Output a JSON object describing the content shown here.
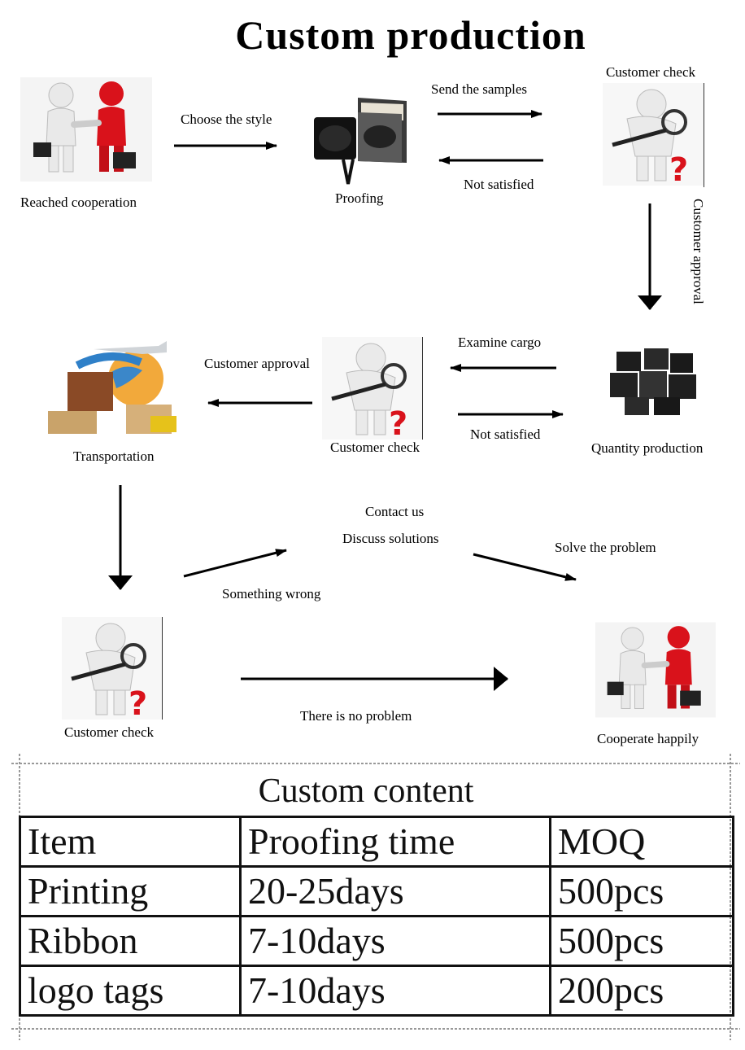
{
  "title": "Custom production",
  "nodes": {
    "reached_cooperation": "Reached cooperation",
    "proofing": "Proofing",
    "customer_check_1": "Customer check",
    "quantity_production": "Quantity production",
    "customer_check_2": "Customer check",
    "transportation": "Transportation",
    "contact_us": "Contact us",
    "discuss_solutions": "Discuss solutions",
    "customer_check_3": "Customer check",
    "cooperate_happily": "Cooperate happily"
  },
  "edges": {
    "choose_style": "Choose the style",
    "send_samples": "Send the samples",
    "not_satisfied_1": "Not satisfied",
    "customer_approval_1": "Customer approval",
    "examine_cargo": "Examine cargo",
    "not_satisfied_2": "Not satisfied",
    "customer_approval_2": "Customer approval",
    "something_wrong": "Something wrong",
    "solve_problem": "Solve the problem",
    "no_problem": "There is no problem"
  },
  "table": {
    "title": "Custom content",
    "headers": [
      "Item",
      "Proofing time",
      "MOQ"
    ],
    "rows": [
      [
        "Printing",
        "20-25days",
        "500pcs"
      ],
      [
        "Ribbon",
        "7-10days",
        "500pcs"
      ],
      [
        "logo tags",
        "7-10days",
        "200pcs"
      ]
    ]
  },
  "colors": {
    "accent_red": "#d9121b",
    "figure_white": "#eeeeee",
    "arrow": "#000000",
    "question_mark": "#d9121b"
  }
}
